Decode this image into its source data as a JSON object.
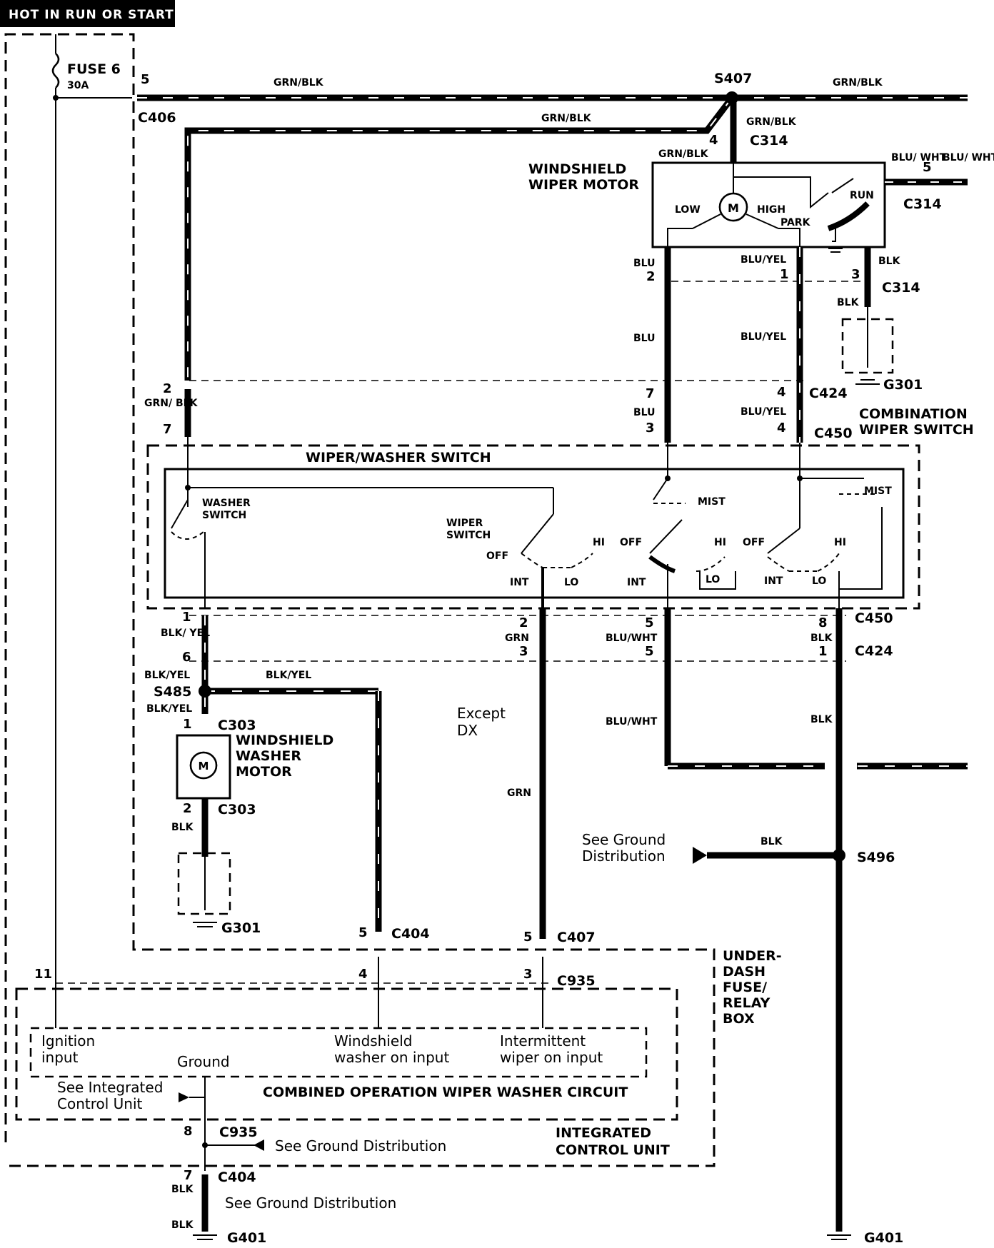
{
  "header": {
    "title": "HOT IN RUN OR START"
  },
  "fuse": {
    "name": "FUSE 6",
    "rating": "30A"
  },
  "components": {
    "wiper_motor": "WINDSHIELD WIPER MOTOR",
    "motor_symbol": "M",
    "wiper_motor_low": "LOW",
    "wiper_motor_high": "HIGH",
    "wiper_motor_run": "RUN",
    "wiper_motor_park": "PARK",
    "combination_switch": "COMBINATION WIPER SWITCH",
    "wiper_washer_switch": "WIPER/WASHER SWITCH",
    "washer_switch": "WASHER SWITCH",
    "wiper_switch": "WIPER SWITCH",
    "washer_motor": "WINDSHIELD WASHER MOTOR",
    "underdash_box": "UNDER-DASH FUSE/ RELAY BOX",
    "integrated_control_unit": "INTEGRATED CONTROL UNIT",
    "combined_circuit": "COMBINED OPERATION WIPER WASHER CIRCUIT",
    "except_dx": "Except DX"
  },
  "switch_positions": {
    "off": "OFF",
    "int": "INT",
    "lo": "LO",
    "hi": "HI",
    "mist": "MIST"
  },
  "icu_inputs": {
    "ignition": "Ignition input",
    "washer": "Windshield washer on input",
    "intermittent": "Intermittent wiper on input",
    "ground": "Ground"
  },
  "notes": {
    "see_ground_distribution": "See Ground Distribution",
    "see_integrated_control_unit": "See Integrated Control Unit"
  },
  "connectors": {
    "c406": "C406",
    "s407": "S407",
    "c314": "C314",
    "c424": "C424",
    "c450": "C450",
    "g301": "G301",
    "s485": "S485",
    "c303": "C303",
    "c404": "C404",
    "c407": "C407",
    "c935": "C935",
    "s496": "S496",
    "g401": "G401"
  },
  "wire_colors": {
    "grn_blk": "GRN/BLK",
    "blu_wht": "BLU/WHT",
    "blu": "BLU",
    "blu_yel": "BLU/YEL",
    "blk": "BLK",
    "blk_yel": "BLK/YEL",
    "grn": "GRN",
    "grn_blk_stack": "GRN/ BLK",
    "blu_wht_stack": "BLU/ WHT",
    "blk_yel_stack": "BLK/ YEL"
  },
  "pins": {
    "p1": "1",
    "p2": "2",
    "p3": "3",
    "p4": "4",
    "p5": "5",
    "p6": "6",
    "p7": "7",
    "p8": "8",
    "p11": "11"
  }
}
